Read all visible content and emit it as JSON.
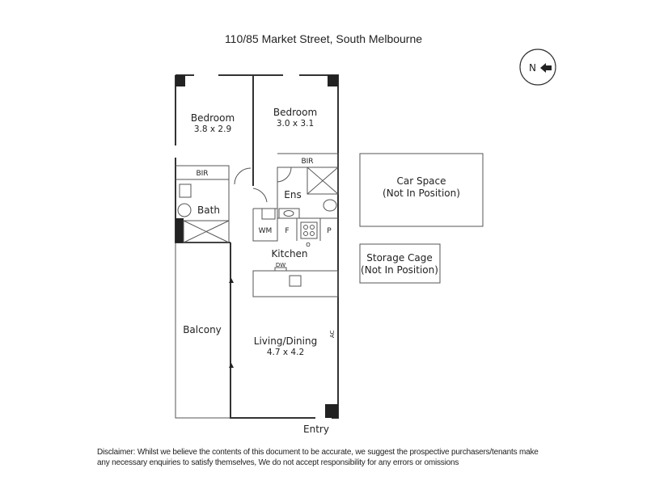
{
  "title": "110/85 Market Street, South Melbourne",
  "compass": {
    "label": "N",
    "direction": "east"
  },
  "rooms": {
    "bedroom1": {
      "name": "Bedroom",
      "size": "3.8 x 2.9"
    },
    "bedroom2": {
      "name": "Bedroom",
      "size": "3.0 x 3.1"
    },
    "bir1": "BIR",
    "bir2": "BIR",
    "ens": "Ens",
    "bath": "Bath",
    "wm": "WM",
    "fridge": "F",
    "pantry": "P",
    "oven": "O",
    "kitchen": "Kitchen",
    "dw": "DW",
    "balcony": "Balcony",
    "living": {
      "name": "Living/Dining",
      "size": "4.7 x 4.2"
    },
    "ac": "AC",
    "entry": "Entry"
  },
  "car_space": {
    "line1": "Car Space",
    "line2": "(Not In Position)"
  },
  "storage": {
    "line1": "Storage Cage",
    "line2": "(Not In Position)"
  },
  "disclaimer": "Disclaimer: Whilst we believe the contents of this document to be accurate, we suggest the prospective purchasers/tenants make any necessary enquiries to satisfy themselves, We do not accept responsibility for any errors or omissions"
}
